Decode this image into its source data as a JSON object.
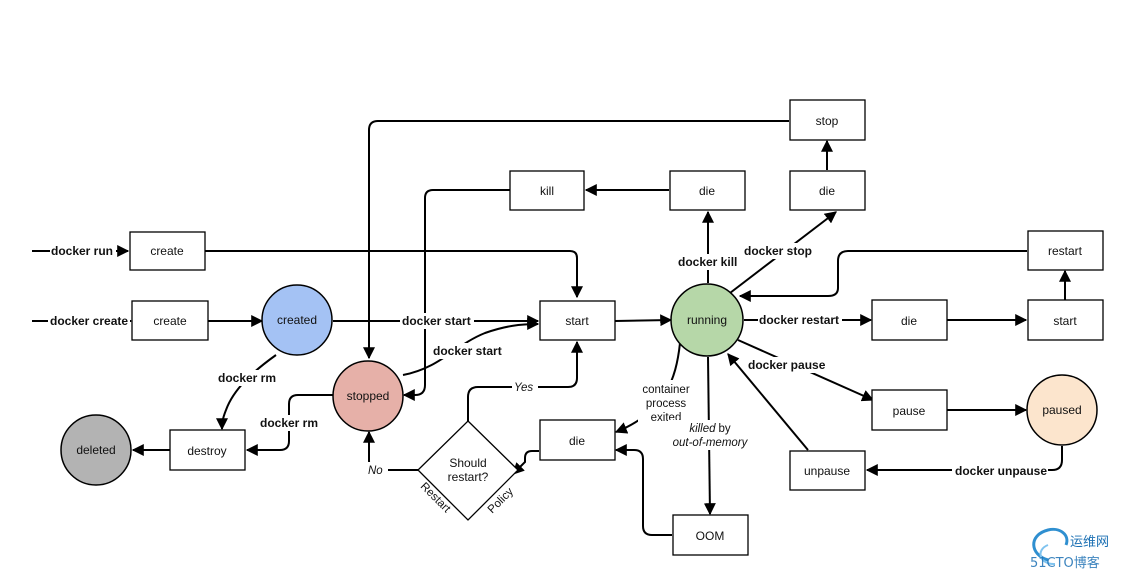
{
  "colors": {
    "created": "#a4c2f4",
    "stopped": "#e6b0a8",
    "running": "#b6d7a8",
    "paused": "#fce5cd",
    "deleted": "#b3b3b3"
  },
  "states": {
    "created": "created",
    "stopped": "stopped",
    "running": "running",
    "paused": "paused",
    "deleted": "deleted"
  },
  "boxes": {
    "create_run": "create",
    "create_create": "create",
    "start_main": "start",
    "kill": "kill",
    "die_kill": "die",
    "die_stop": "die",
    "stop": "stop",
    "restart": "restart",
    "die_restart": "die",
    "start_restart": "start",
    "pause": "pause",
    "unpause": "unpause",
    "destroy": "destroy",
    "die_policy": "die",
    "oom": "OOM"
  },
  "decision": {
    "line1": "Should",
    "line2": "restart?",
    "side_left": "Restart",
    "side_right": "Policy",
    "yes": "Yes",
    "no": "No"
  },
  "labels": {
    "docker_run": "docker run",
    "docker_create": "docker create",
    "docker_start_1": "docker start",
    "docker_start_2": "docker start",
    "docker_rm_1": "docker rm",
    "docker_rm_2": "docker rm",
    "docker_kill": "docker kill",
    "docker_stop": "docker stop",
    "docker_restart": "docker restart",
    "docker_pause": "docker pause",
    "docker_unpause": "docker unpause",
    "container_1": "container",
    "container_2": "process",
    "container_3": "exited",
    "killed_by": "killed",
    "by": "by",
    "oom_text": "out-of-memory"
  },
  "watermark": {
    "cn": "运维网",
    "site": "51CTO博客"
  }
}
